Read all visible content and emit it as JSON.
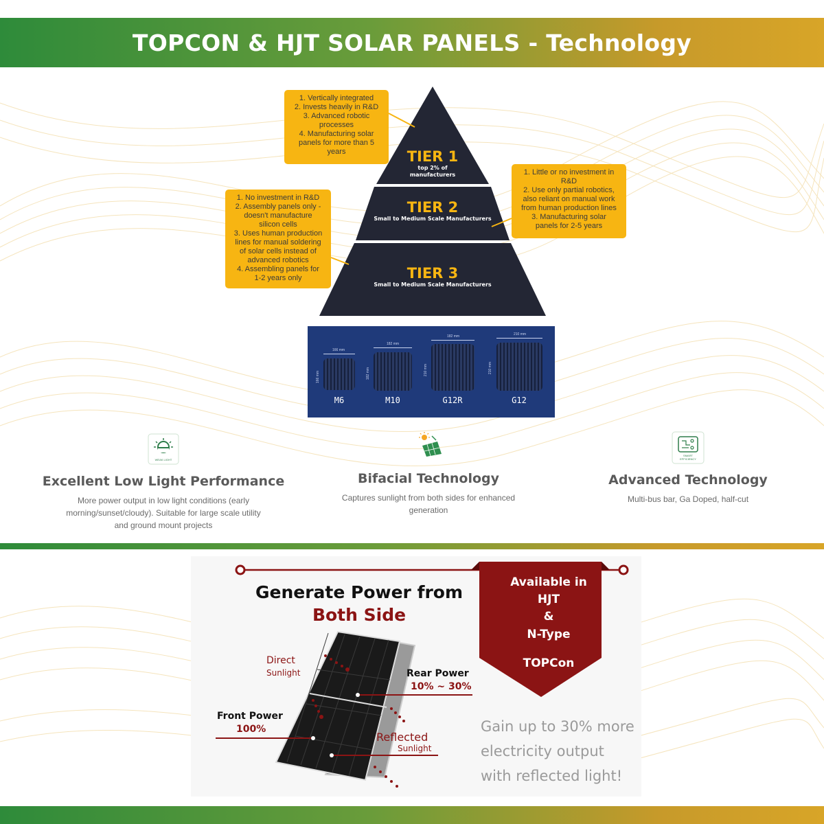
{
  "header": {
    "title": "TOPCON & HJT SOLAR PANELS - Technology"
  },
  "pyramid": {
    "tiers": [
      {
        "name": "TIER 1",
        "subtitle_lines": [
          "top 2% of",
          "manufacturers"
        ]
      },
      {
        "name": "TIER 2",
        "subtitle_lines": [
          "Small to Medium Scale Manufacturers"
        ]
      },
      {
        "name": "TIER 3",
        "subtitle_lines": [
          "Small to Medium Scale Manufacturers"
        ]
      }
    ],
    "tier1_box_lines": [
      "1. Vertically integrated",
      "2. Invests heavily in R&D",
      "3. Advanced robotic",
      "processes",
      "4. Manufacturing solar",
      "panels for more than 5",
      "years"
    ],
    "tier2_box_lines": [
      "1. Little or no investment in",
      "R&D",
      "2. Use only partial robotics,",
      "also reliant on manual work",
      "from human production lines",
      "3. Manufacturing solar",
      "panels for 2-5 years"
    ],
    "tier3_box_lines": [
      "1. No investment in R&D",
      "2. Assembly panels only -",
      "doesn't manufacture",
      "silicon cells",
      "3. Uses human production",
      "lines for manual soldering",
      "of solar cells instead of",
      "advanced robotics",
      "4. Assembling panels for",
      "1-2 years only"
    ],
    "colors": {
      "pyramid": "#232634",
      "accent": "#f7b512"
    }
  },
  "wafers": [
    {
      "name": "M6",
      "width_label": "166 mm",
      "height_label": "166 mm"
    },
    {
      "name": "M10",
      "width_label": "182 mm",
      "height_label": "182 mm"
    },
    {
      "name": "G12R",
      "width_label": "182 mm",
      "height_label": "210 mm"
    },
    {
      "name": "G12",
      "width_label": "210 mm",
      "height_label": "210 mm"
    }
  ],
  "features": [
    {
      "icon": "weak-light-icon",
      "icon_caption": "WEAK LIGHT",
      "title": "Excellent Low Light Performance",
      "desc_lines": [
        "More power output in low light conditions (early",
        "morning/sunset/cloudy). Suitable for large scale utility",
        "and ground mount projects"
      ]
    },
    {
      "icon": "bifacial-panel-icon",
      "title": "Bifacial Technology",
      "desc_lines": [
        "Captures sunlight from both sides for enhanced",
        "generation"
      ]
    },
    {
      "icon": "smart-efficiency-icon",
      "icon_caption_lines": [
        "SMART",
        "EFFICIENCY"
      ],
      "title": "Advanced Technology",
      "desc_lines": [
        "Multi-bus bar, Ga Doped, half-cut"
      ]
    }
  ],
  "bifacial": {
    "title_line1": "Generate Power from",
    "title_line2": "Both Side",
    "banner_lines": [
      "Available in",
      "HJT",
      "&",
      "N-Type",
      "TOPCon"
    ],
    "direct": [
      "Direct",
      "Sunlight"
    ],
    "rear": [
      "Rear Power",
      "10% ~ 30%"
    ],
    "front": [
      "Front Power",
      "100%"
    ],
    "reflected": [
      "Reflected",
      "Sunlight"
    ],
    "gain_lines": [
      "Gain up to 30% more",
      "electricity output",
      "with reflected light!"
    ],
    "colors": {
      "red": "#8b1414",
      "dark": "#111111"
    }
  }
}
